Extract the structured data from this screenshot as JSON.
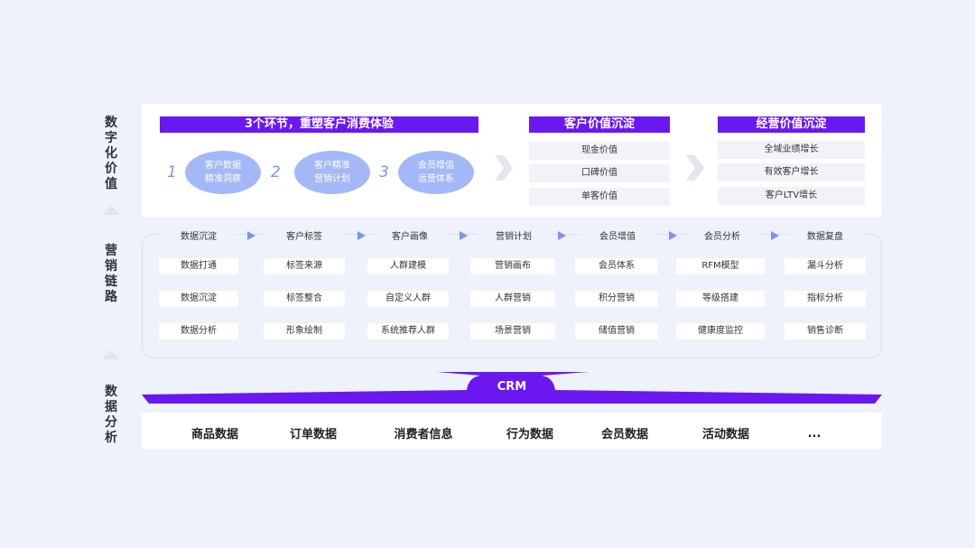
{
  "side_labels": {
    "value": "数字化价值",
    "chain": "营销链路",
    "data": "数据分析"
  },
  "value_section": {
    "journey_title": "3个环节，重塑客户消费体验",
    "steps": [
      {
        "num": "1",
        "line1": "客户数据",
        "line2": "精准洞察"
      },
      {
        "num": "2",
        "line1": "客户精准",
        "line2": "营销计划"
      },
      {
        "num": "3",
        "line1": "会员增值",
        "line2": "运营体系"
      }
    ],
    "customer_value": {
      "title": "客户价值沉淀",
      "items": [
        "现金价值",
        "口碑价值",
        "单客价值"
      ]
    },
    "business_value": {
      "title": "经营价值沉淀",
      "items": [
        "全域业绩增长",
        "有效客户增长",
        "客户LTV增长"
      ]
    }
  },
  "chain": {
    "columns": [
      {
        "head": "数据沉淀",
        "cells": [
          "数据打通",
          "数据沉淀",
          "数据分析"
        ]
      },
      {
        "head": "客户标签",
        "cells": [
          "标签来源",
          "标签整合",
          "形象绘制"
        ]
      },
      {
        "head": "客户画像",
        "cells": [
          "人群建模",
          "自定义人群",
          "系统推荐人群"
        ]
      },
      {
        "head": "营销计划",
        "cells": [
          "营销画布",
          "人群营销",
          "场景营销"
        ]
      },
      {
        "head": "会员增值",
        "cells": [
          "会员体系",
          "积分营销",
          "储值营销"
        ]
      },
      {
        "head": "会员分析",
        "cells": [
          "RFM模型",
          "等级搭建",
          "健康度监控"
        ]
      },
      {
        "head": "数据复盘",
        "cells": [
          "漏斗分析",
          "指标分析",
          "销售诊断"
        ]
      }
    ]
  },
  "crm": {
    "label": "CRM"
  },
  "data_sources": [
    "商品数据",
    "订单数据",
    "消费者信息",
    "行为数据",
    "会员数据",
    "活动数据",
    "..."
  ],
  "colors": {
    "accent": "#6b18f0",
    "ellipse": "#a4b8f7",
    "background": "#eef2fb"
  }
}
